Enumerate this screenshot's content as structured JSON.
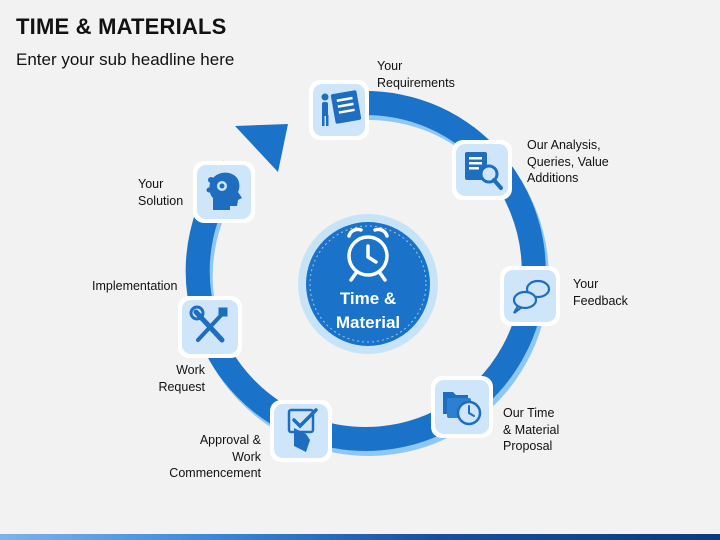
{
  "title": "TIME & MATERIALS",
  "subtitle": "Enter your sub headline here",
  "center": {
    "line1": "Time &",
    "line2": "Material",
    "icon": "alarm-clock-icon"
  },
  "steps": [
    {
      "id": "requirements",
      "lines": [
        "Your",
        "Requirements"
      ],
      "icon": "requirements-checklist-icon"
    },
    {
      "id": "analysis",
      "lines": [
        "Our Analysis,",
        "Queries, Value",
        "Additions"
      ],
      "icon": "document-search-icon"
    },
    {
      "id": "feedback",
      "lines": [
        "Your",
        "Feedback"
      ],
      "icon": "chat-bubbles-icon"
    },
    {
      "id": "proposal",
      "lines": [
        "Our Time",
        "& Material",
        "Proposal"
      ],
      "icon": "folder-clock-icon"
    },
    {
      "id": "approval",
      "lines": [
        "Approval &",
        "Work",
        "Commencement"
      ],
      "icon": "checkbox-hand-icon"
    },
    {
      "id": "work-request",
      "lines": [
        "Implementation",
        "",
        "",
        "Work",
        "Request"
      ],
      "icon": "tools-icon"
    },
    {
      "id": "solution",
      "lines": [
        "Your",
        "Solution"
      ],
      "icon": "gear-head-icon"
    }
  ],
  "colors": {
    "ring": "#1a72c9",
    "ring_shadow": "#7ec0f0",
    "tile": "#cfe6fa",
    "icon": "#1f6dbf",
    "center": "#1a72c9"
  }
}
